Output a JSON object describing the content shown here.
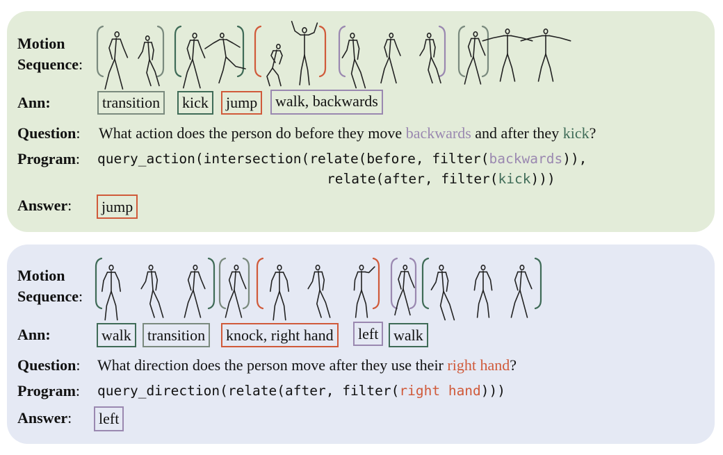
{
  "panel1": {
    "motion_label_line1": "Motion",
    "motion_label_line2": "Sequence",
    "motion_colon": ":",
    "ann_label": "Ann:",
    "annotations": [
      {
        "text": "transition",
        "color": "#7a8a7e"
      },
      {
        "text": "kick",
        "color": "#3f6b57"
      },
      {
        "text": "jump",
        "color": "#d05a3a"
      },
      {
        "text": "walk, backwards",
        "color": "#9a88b0"
      }
    ],
    "question_label": "Question",
    "question_pre": "What action does the person do before they move ",
    "question_hl1": "backwards",
    "question_mid": " and after they ",
    "question_hl2": "kick",
    "question_post": "?",
    "program_label": "Program",
    "program_line1_pre": "query_action(intersection(relate(before, filter(",
    "program_line1_hl": "backwards",
    "program_line1_post": ")),",
    "program_line2_pre": "relate(after, filter(",
    "program_line2_hl": "kick",
    "program_line2_post": ")))",
    "answer_label": "Answer",
    "answer": "jump",
    "colon": ":"
  },
  "panel2": {
    "motion_label_line1": "Motion",
    "motion_label_line2": "Sequence",
    "motion_colon": ":",
    "ann_label": "Ann:",
    "annotations": [
      {
        "text": "walk",
        "color": "#3f6b57"
      },
      {
        "text": "transition",
        "color": "#7a8a7e"
      },
      {
        "text": "knock, right hand",
        "color": "#d05a3a"
      },
      {
        "text": "left",
        "color": "#9a88b0"
      },
      {
        "text": "walk",
        "color": "#3f6b57"
      }
    ],
    "question_label": "Question",
    "question_pre": "What direction does the person move after they use their ",
    "question_hl": "right hand",
    "question_post": "?",
    "program_label": "Program",
    "program_pre": "query_direction(relate(after, filter(",
    "program_hl": "right hand",
    "program_post": ")))",
    "answer_label": "Answer",
    "answer": "left",
    "colon": ":"
  }
}
